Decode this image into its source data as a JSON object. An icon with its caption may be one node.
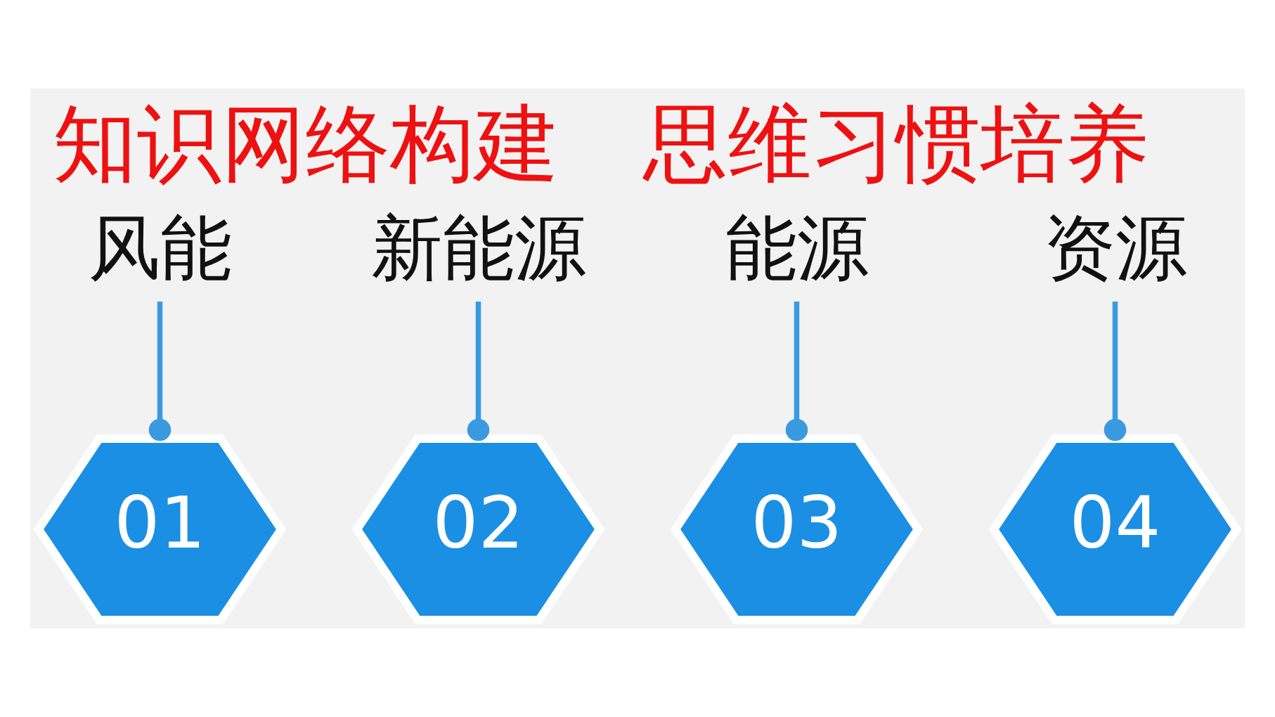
{
  "diagram": {
    "title": "知识网络构建　思维习惯培养",
    "nodes": [
      {
        "text": [
          "资源"
        ]
      },
      {
        "text": [
          "04"
        ]
      },
      {
        "text": [
          "能源"
        ]
      },
      {
        "text": [
          "03"
        ]
      },
      {
        "text": [
          "02"
        ]
      },
      {
        "text": [
          "新能源"
        ]
      },
      {
        "text": [
          "01"
        ]
      },
      {
        "text": [
          "风能"
        ]
      }
    ],
    "edges": [
      {
        "from": 0,
        "to": 1,
        "arrow": "other"
      },
      {
        "from": 2,
        "to": 3,
        "arrow": "other"
      },
      {
        "from": 5,
        "to": 4,
        "arrow": "other"
      },
      {
        "from": 7,
        "to": 6,
        "arrow": "other"
      }
    ]
  }
}
